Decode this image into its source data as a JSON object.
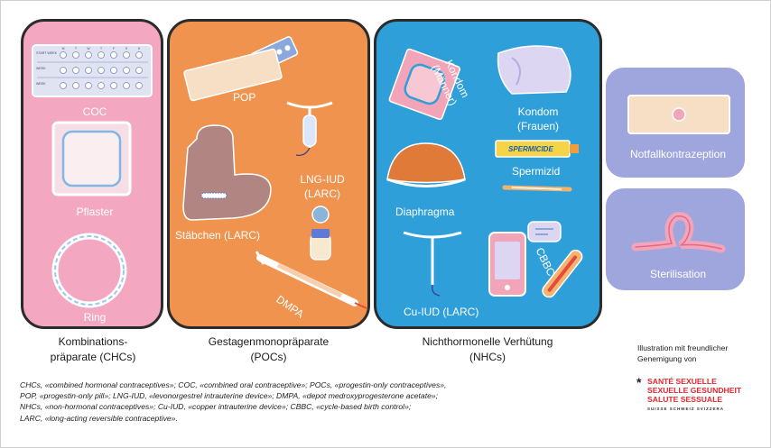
{
  "panels": {
    "chc": {
      "items": {
        "coc": "COC",
        "patch": "Pflaster",
        "ring": "Ring"
      },
      "pill_pack": {
        "row1": "START WEEK",
        "row2": "WEEK",
        "row3": "WEEK",
        "days": [
          "M",
          "T",
          "W",
          "T",
          "F",
          "S",
          "S"
        ]
      },
      "caption_line1": "Kombinations-",
      "caption_line2": "präparate (CHCs)"
    },
    "poc": {
      "items": {
        "pop": "POP",
        "lng_iud_line1": "LNG-IUD",
        "lng_iud_line2": "(LARC)",
        "implant": "Stäbchen (LARC)",
        "dmpa": "DMPA"
      },
      "caption_line1": "Gestagenmonopräparate",
      "caption_line2": "(POCs)"
    },
    "nhc": {
      "items": {
        "condom_male_line1": "Kondom",
        "condom_male_line2": "(Männer)",
        "condom_female_line1": "Kondom",
        "condom_female_line2": "(Frauen)",
        "spermicide_tube": "SPERMICIDE",
        "spermicide": "Spermizid",
        "diaphragm": "Diaphragma",
        "cu_iud": "Cu-IUD (LARC)",
        "cbbc": "CBBC"
      },
      "caption_line1": "Nichthormonelle Verhütung",
      "caption_line2": "(NHCs)"
    },
    "emergency": {
      "label": "Notfallkontrazeption"
    },
    "sterilisation": {
      "label": "Sterilisation"
    }
  },
  "credit": {
    "line1": "Illustration mit freundlicher",
    "line2": "Genemigung von"
  },
  "logo": {
    "line1": "SANTÉ SEXUELLE",
    "line2": "SEXUELLE GESUNDHEIT",
    "line3": "SALUTE SESSUALE",
    "sub": "SUISSE  SCHWEIZ  SVIZZERA"
  },
  "footnote": [
    "CHCs, «combined hormonal contraceptives»; COC, «combined oral contraceptive»; POCs, «progestin-only contraceptives»,",
    "POP, «progestin-only pill»; LNG-IUD, «levonorgestrel intrauterine device»; DMPA, «depot medroxyprogesterone acetate»;",
    "NHCs, «non-hormonal contraceptives»; Cu-IUD, «copper intrauterine device»; CBBC, «cycle-based birth control»;",
    "LARC, «long-acting reversible contraceptive»."
  ],
  "colors": {
    "pink": "#f3a7c0",
    "orange": "#f0934f",
    "blue": "#2f9fd9",
    "lavender": "#9ea6dd",
    "brand_red": "#e3262f"
  }
}
